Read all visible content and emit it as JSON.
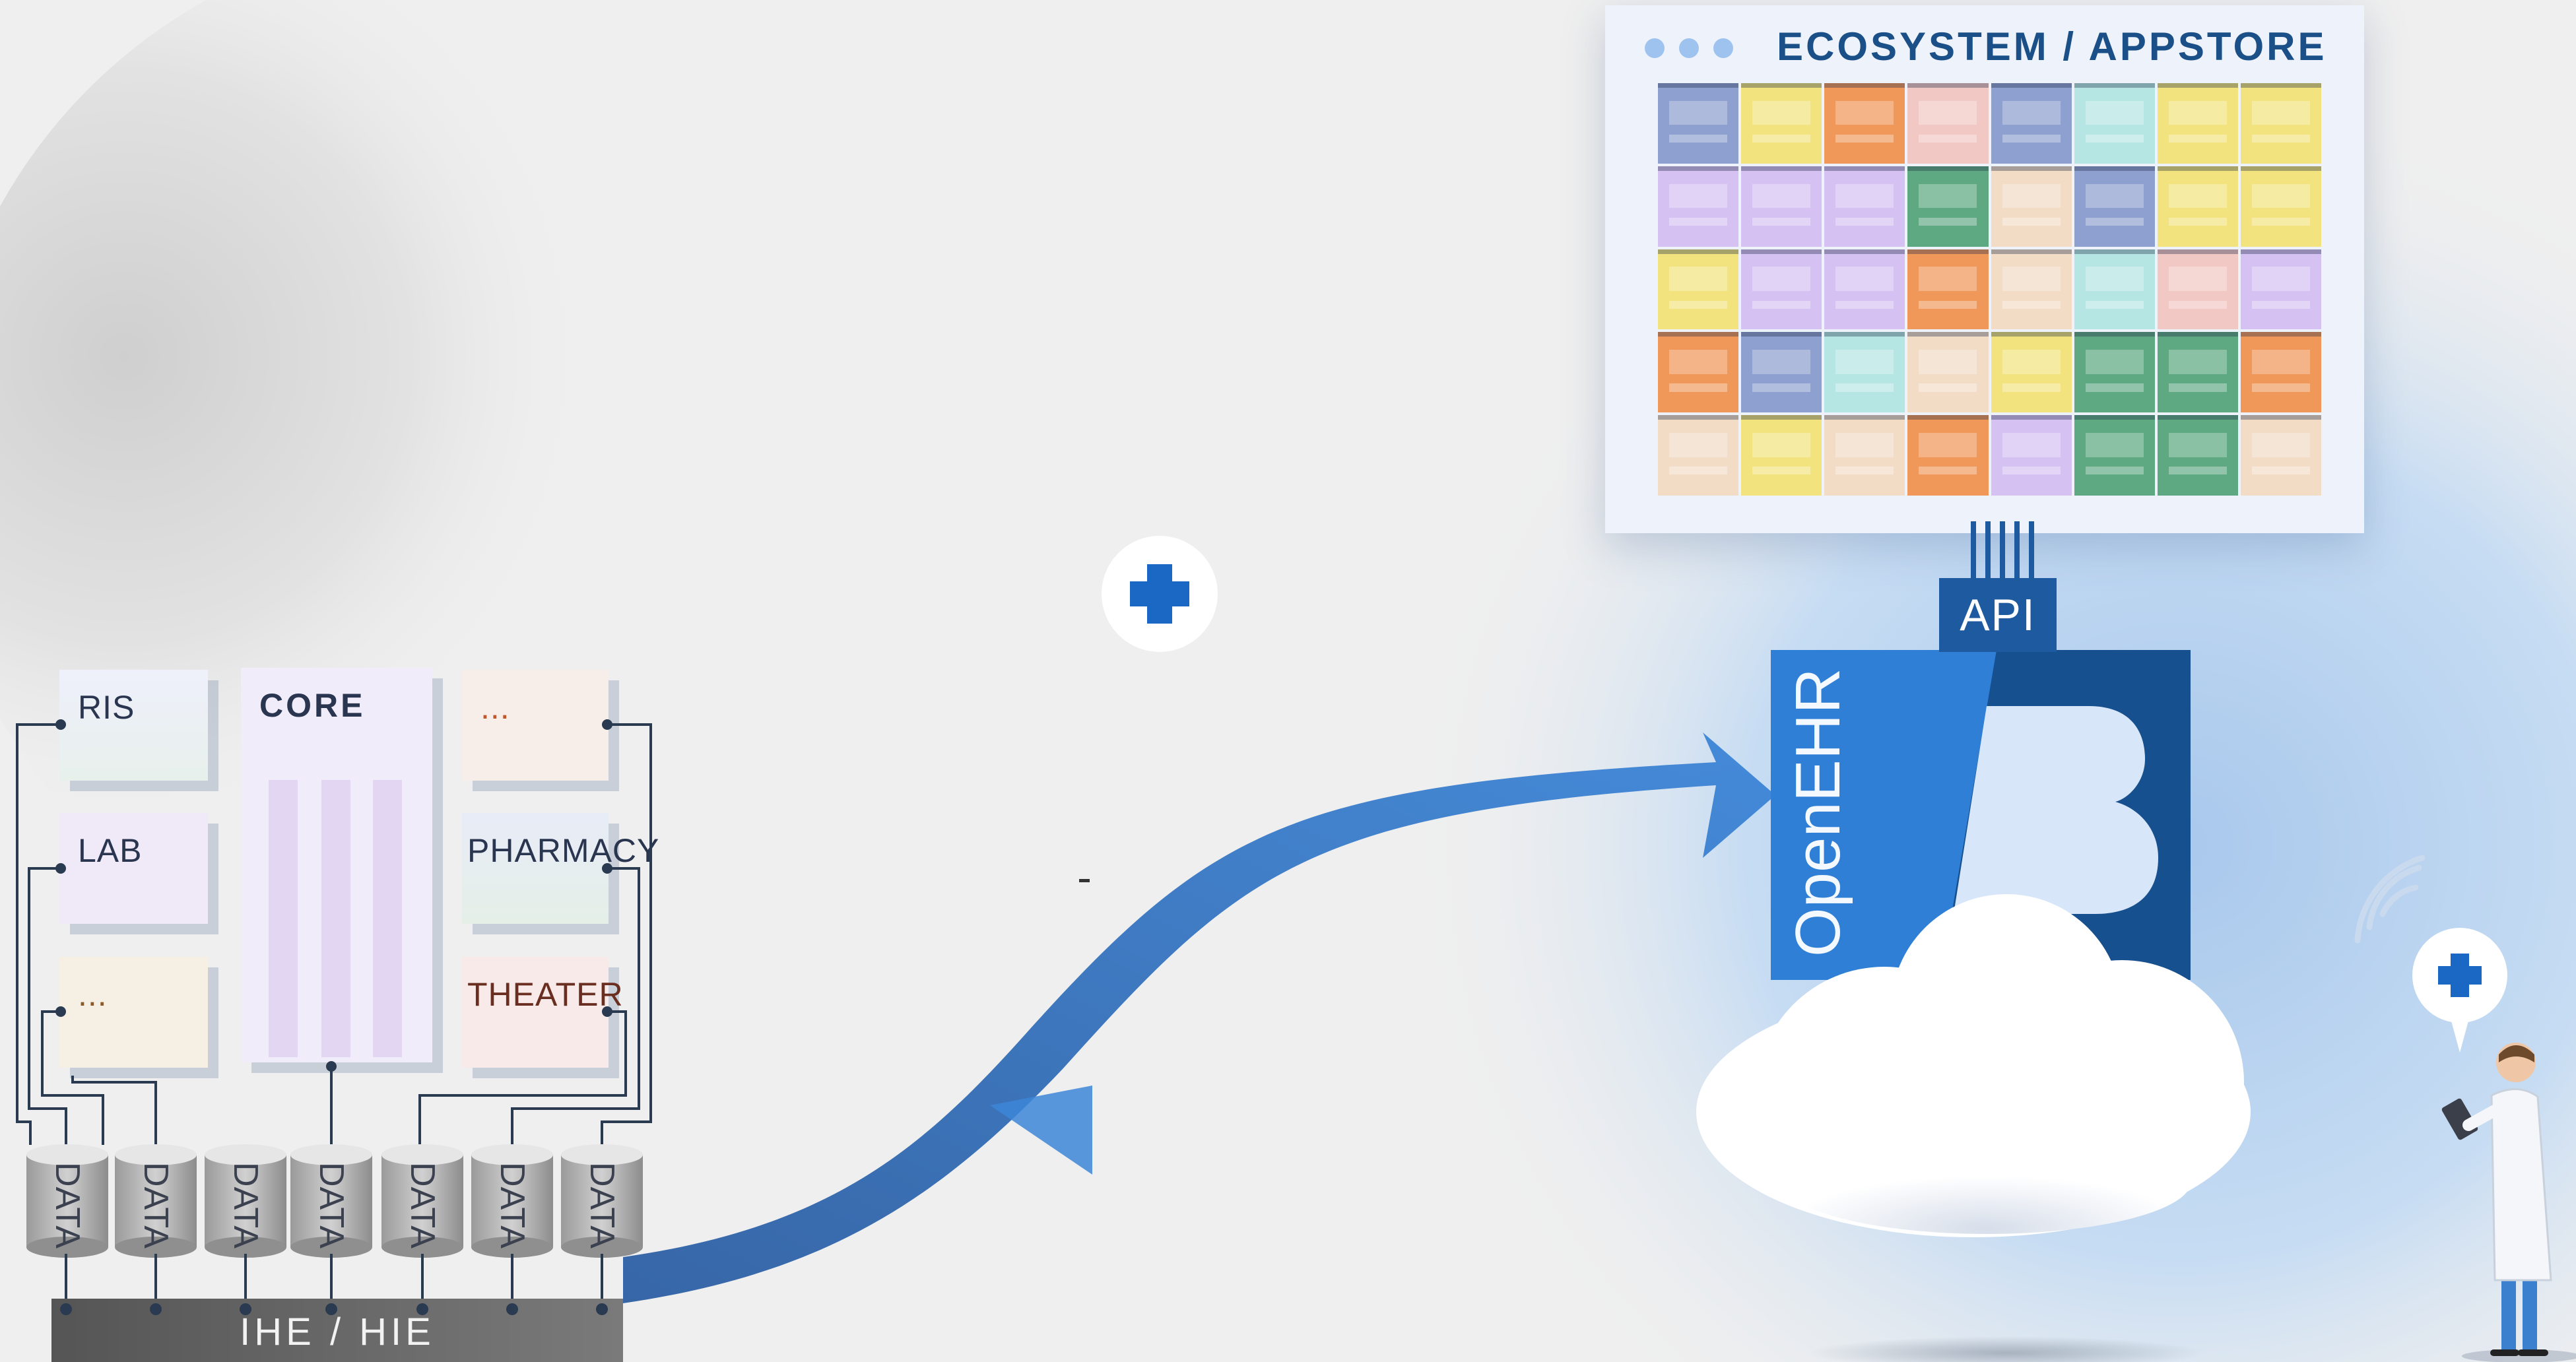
{
  "legacy": {
    "modules": {
      "ris": "RIS",
      "lab": "LAB",
      "more_left": "...",
      "core": "CORE",
      "more_right": "...",
      "pharmacy": "PHARMACY",
      "theater": "THEATER"
    },
    "databases": [
      "DATA",
      "DATA",
      "DATA",
      "DATA",
      "DATA",
      "DATA",
      "DATA"
    ],
    "bus_label": "IHE / HIE"
  },
  "platform": {
    "api_label": "API",
    "openehr_label": "OpenEHR"
  },
  "store": {
    "title": "ECOSYSTEM / APPSTORE",
    "tile_colors": [
      "#8ea0cf",
      "#f2e37e",
      "#f0985a",
      "#f2c8c4",
      "#8ea0cf",
      "#b6e6e3",
      "#f2e37e",
      "#f2e37e",
      "#d6c2f2",
      "#d6c2f2",
      "#d6c2f2",
      "#5ea882",
      "#f2dcc6",
      "#8ea0cf",
      "#f2e37e",
      "#f2e37e",
      "#f2e37e",
      "#d6c2f2",
      "#d6c2f2",
      "#f0985a",
      "#f2dcc6",
      "#b6e6e3",
      "#f2c8c4",
      "#d6c2f2",
      "#f0985a",
      "#8ea0cf",
      "#b6e6e3",
      "#f2dcc6",
      "#f2e37e",
      "#5ea882",
      "#5ea882",
      "#f0985a",
      "#f2dcc6",
      "#f2e37e",
      "#f2dcc6",
      "#f0985a",
      "#d6c2f2",
      "#5ea882",
      "#5ea882",
      "#f2dcc6"
    ]
  },
  "colors": {
    "brand_blue": "#1b67c4",
    "dark_blue": "#17508f",
    "arrow_blue": "#3a7ccc",
    "cloud": "#ffffff"
  },
  "icons": [
    "medical-plus-icon",
    "wifi-signal-icon",
    "doctor-figure"
  ]
}
